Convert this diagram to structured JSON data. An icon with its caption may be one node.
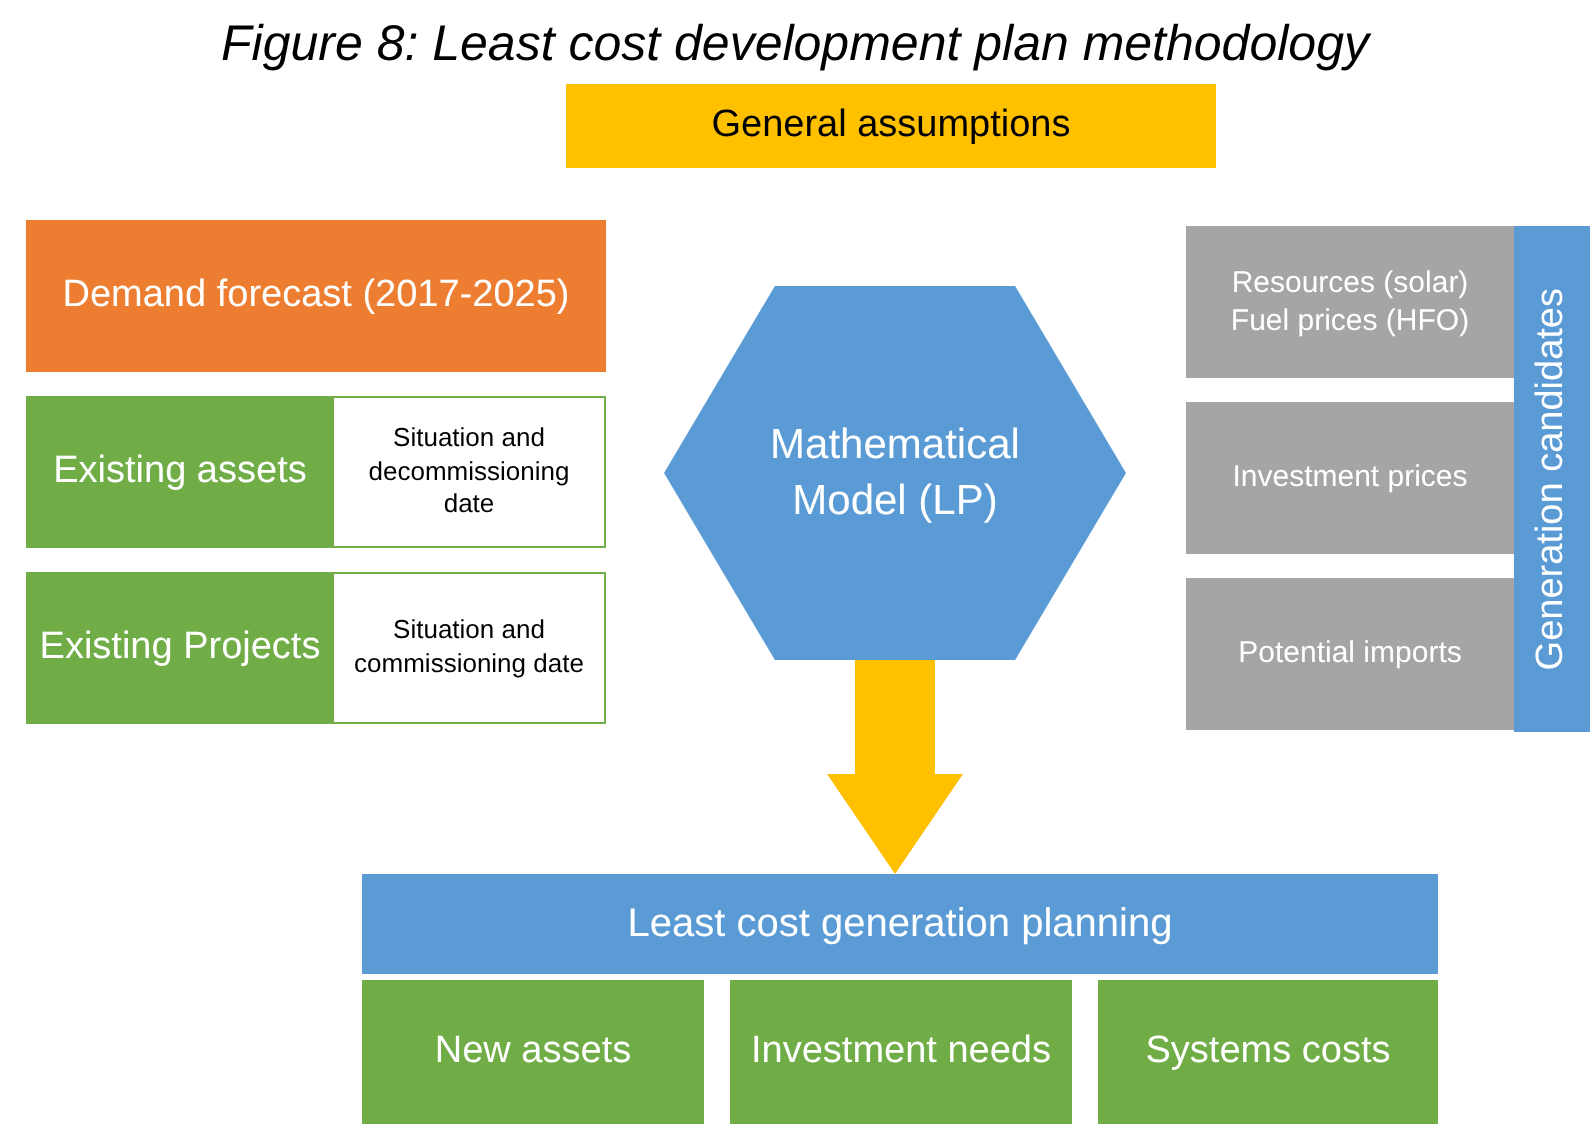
{
  "diagram": {
    "title": "Figure 8: Least cost development plan methodology",
    "nodes": [
      {
        "text": [
          "General assumptions"
        ]
      },
      {
        "text": [
          "Demand forecast (2017-2025)"
        ]
      },
      {
        "text": [
          "Existing assets"
        ]
      },
      {
        "text": [
          "Situation and decommissioning date"
        ],
        "in": 2
      },
      {
        "text": [
          "Existing Projects"
        ]
      },
      {
        "text": [
          "Situation and commissioning date"
        ],
        "in": 4
      },
      {
        "text": [
          "Mathematical Model (LP)"
        ]
      },
      {
        "text": [
          "Resources (solar)",
          "Fuel prices (HFO)"
        ]
      },
      {
        "text": [
          "Investment prices"
        ]
      },
      {
        "text": [
          "Potential imports"
        ]
      },
      {
        "text": [
          "Generation candidates"
        ]
      },
      {
        "text": [
          "Least cost generation planning"
        ]
      },
      {
        "text": [
          "New assets"
        ]
      },
      {
        "text": [
          "Investment needs"
        ]
      },
      {
        "text": [
          "Systems costs"
        ]
      }
    ],
    "edges": [
      {
        "from": 6,
        "to": 11,
        "arrow": "to",
        "style": "thick",
        "color": "#ffc000"
      }
    ]
  }
}
